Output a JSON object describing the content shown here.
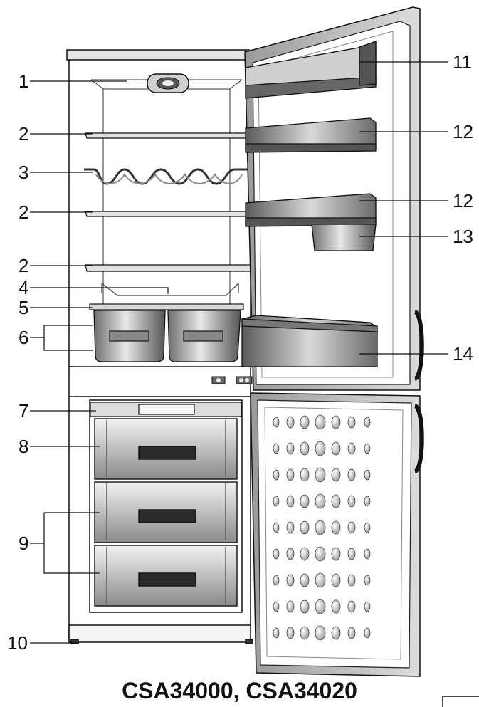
{
  "title": "CSA34000, CSA34020",
  "callouts": {
    "c1": "1",
    "c2a": "2",
    "c3": "3",
    "c2b": "2",
    "c2c": "2",
    "c4": "4",
    "c5": "5",
    "c6": "6",
    "c7": "7",
    "c8": "8",
    "c9": "9",
    "c10": "10",
    "c11": "11",
    "c12a": "12",
    "c12b": "12",
    "c13": "13",
    "c14": "14"
  },
  "colors": {
    "outline": "#111111",
    "metal": "#bfbfbf",
    "shadow": "#7a7a7a",
    "interior": "#ffffff"
  }
}
